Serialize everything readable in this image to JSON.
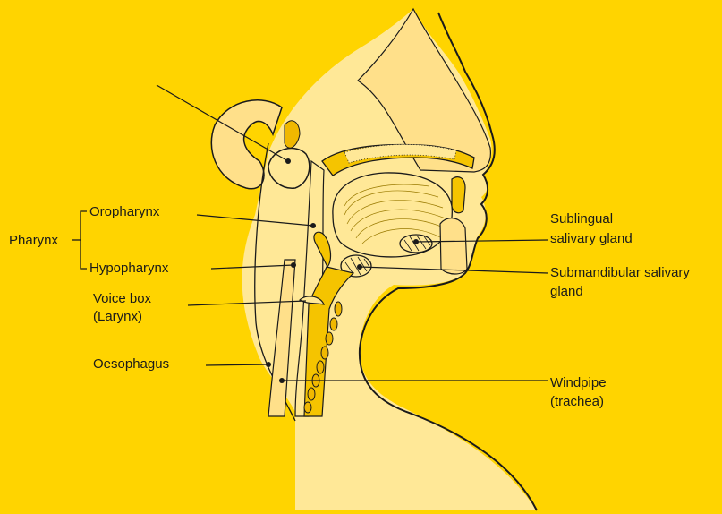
{
  "colors": {
    "background": "#FFD400",
    "tissue_light": "#FFE897",
    "tissue_mid": "#F5C400",
    "tissue_dark": "#F0B800",
    "outline": "#1a1a1a"
  },
  "labels": {
    "pharynx": "Pharynx",
    "oropharynx": "Oropharynx",
    "hypopharynx": "Hypopharynx",
    "voice_box_1": "Voice box",
    "voice_box_2": "(Larynx)",
    "oesophagus": "Oesophagus",
    "sublingual_1": "Sublingual",
    "sublingual_2": "salivary gland",
    "submandibular_1": "Submandibular salivary",
    "submandibular_2": "gland",
    "windpipe_1": "Windpipe",
    "windpipe_2": "(trachea)"
  }
}
